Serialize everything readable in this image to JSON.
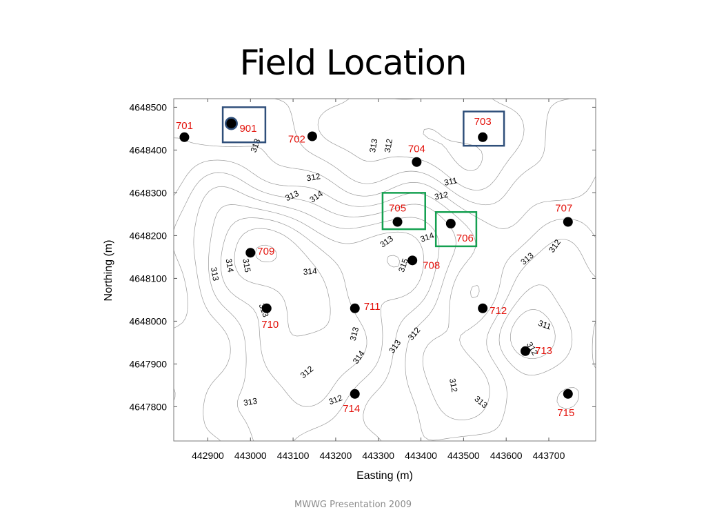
{
  "slide": {
    "title": "Field Location",
    "footer": "MWWG Presentation 2009"
  },
  "colors": {
    "well_label": "#e3120b",
    "well_marker": "#000000",
    "blue_box": "#2f4f7a",
    "green_box": "#14a050",
    "contour_line": "#9a9a9a"
  },
  "chart_data": {
    "type": "contour-map",
    "xlabel": "Easting (m)",
    "ylabel": "Northing (m)",
    "xlim": [
      442820,
      443810
    ],
    "ylim": [
      4647720,
      4648520
    ],
    "xticks": [
      442900,
      443000,
      443100,
      443200,
      443300,
      443400,
      443500,
      443600,
      443700
    ],
    "yticks": [
      4647800,
      4647900,
      4648000,
      4648100,
      4648200,
      4648300,
      4648400,
      4648500
    ],
    "wells": [
      {
        "id": "701",
        "x": 442845,
        "y": 4648430
      },
      {
        "id": "901",
        "x": 442955,
        "y": 4648462
      },
      {
        "id": "702",
        "x": 443145,
        "y": 4648432
      },
      {
        "id": "703",
        "x": 443545,
        "y": 4648430
      },
      {
        "id": "704",
        "x": 443390,
        "y": 4648372
      },
      {
        "id": "705",
        "x": 443345,
        "y": 4648232
      },
      {
        "id": "706",
        "x": 443470,
        "y": 4648228
      },
      {
        "id": "707",
        "x": 443745,
        "y": 4648232
      },
      {
        "id": "708",
        "x": 443380,
        "y": 4648142
      },
      {
        "id": "709",
        "x": 443000,
        "y": 4648160
      },
      {
        "id": "710",
        "x": 443038,
        "y": 4648030
      },
      {
        "id": "711",
        "x": 443245,
        "y": 4648030
      },
      {
        "id": "712",
        "x": 443545,
        "y": 4648030
      },
      {
        "id": "713",
        "x": 443645,
        "y": 4647930
      },
      {
        "id": "714",
        "x": 443245,
        "y": 4647830
      },
      {
        "id": "715",
        "x": 443745,
        "y": 4647830
      }
    ],
    "highlight_boxes": [
      {
        "color": "blue",
        "x": [
          442935,
          443035
        ],
        "y": [
          4648418,
          4648500
        ],
        "wells": [
          "901"
        ]
      },
      {
        "color": "blue",
        "x": [
          443500,
          443595
        ],
        "y": [
          4648410,
          4648490
        ],
        "wells": [
          "703"
        ]
      },
      {
        "color": "green",
        "x": [
          443310,
          443410
        ],
        "y": [
          4648215,
          4648300
        ],
        "wells": [
          "705"
        ]
      },
      {
        "color": "green",
        "x": [
          443435,
          443530
        ],
        "y": [
          4648175,
          4648255
        ],
        "wells": [
          "706"
        ]
      }
    ],
    "contour_labels": [
      {
        "text": "313",
        "x": 443013,
        "y": 4648410,
        "angle": -70
      },
      {
        "text": "312",
        "x": 443148,
        "y": 4648335,
        "angle": -10
      },
      {
        "text": "313",
        "x": 443290,
        "y": 4648410,
        "angle": -80
      },
      {
        "text": "312",
        "x": 443325,
        "y": 4648410,
        "angle": -80
      },
      {
        "text": "311",
        "x": 443470,
        "y": 4648325,
        "angle": -12
      },
      {
        "text": "313",
        "x": 443098,
        "y": 4648292,
        "angle": -25
      },
      {
        "text": "314",
        "x": 443155,
        "y": 4648290,
        "angle": -35
      },
      {
        "text": "312",
        "x": 443448,
        "y": 4648292,
        "angle": -12
      },
      {
        "text": "313",
        "x": 443320,
        "y": 4648185,
        "angle": -35
      },
      {
        "text": "314",
        "x": 443415,
        "y": 4648195,
        "angle": -20
      },
      {
        "text": "315",
        "x": 443360,
        "y": 4648130,
        "angle": -70
      },
      {
        "text": "313",
        "x": 443650,
        "y": 4648145,
        "angle": -40
      },
      {
        "text": "312",
        "x": 443715,
        "y": 4648175,
        "angle": -55
      },
      {
        "text": "314",
        "x": 442950,
        "y": 4648130,
        "angle": 80
      },
      {
        "text": "315",
        "x": 442990,
        "y": 4648130,
        "angle": 80
      },
      {
        "text": "313",
        "x": 442915,
        "y": 4648110,
        "angle": 80
      },
      {
        "text": "314",
        "x": 443140,
        "y": 4648115,
        "angle": -5
      },
      {
        "text": "313",
        "x": 443245,
        "y": 4647970,
        "angle": -75
      },
      {
        "text": "314",
        "x": 443255,
        "y": 4647915,
        "angle": -55
      },
      {
        "text": "313",
        "x": 443340,
        "y": 4647940,
        "angle": -55
      },
      {
        "text": "312",
        "x": 443385,
        "y": 4647970,
        "angle": -50
      },
      {
        "text": "311",
        "x": 443690,
        "y": 4647990,
        "angle": 20
      },
      {
        "text": "312",
        "x": 443660,
        "y": 4647935,
        "angle": 60
      },
      {
        "text": "312",
        "x": 443133,
        "y": 4647880,
        "angle": -40
      },
      {
        "text": "312",
        "x": 443475,
        "y": 4647850,
        "angle": 80
      },
      {
        "text": "313",
        "x": 443540,
        "y": 4647810,
        "angle": 40
      },
      {
        "text": "313",
        "x": 443000,
        "y": 4647810,
        "angle": -10
      },
      {
        "text": "312",
        "x": 443200,
        "y": 4647815,
        "angle": -20
      },
      {
        "text": "313",
        "x": 443030,
        "y": 4648025,
        "angle": 70
      }
    ]
  }
}
